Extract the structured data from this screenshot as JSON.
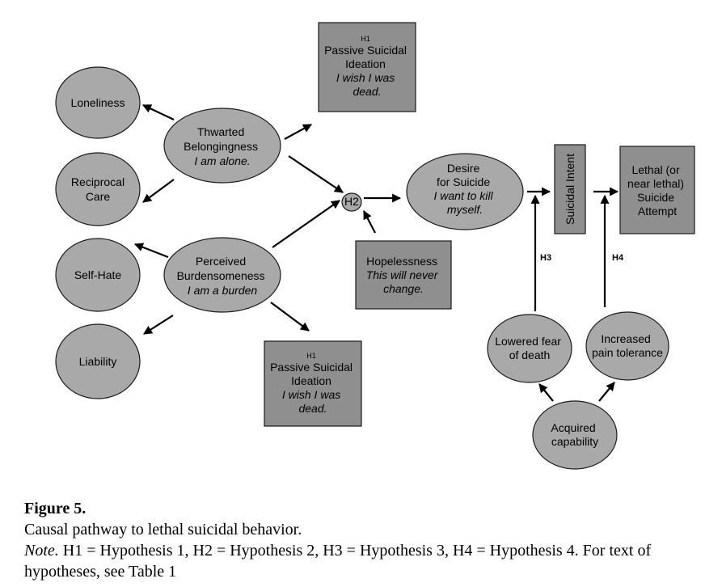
{
  "nodes": {
    "loneliness": [
      "Loneliness"
    ],
    "reciprocal_care": [
      "Reciprocal",
      "Care"
    ],
    "self_hate": [
      "Self-Hate"
    ],
    "liability": [
      "Liability"
    ],
    "thwarted": {
      "lines": [
        "Thwarted",
        "Belongingness"
      ],
      "quote": "I am alone."
    },
    "perceived": {
      "lines": [
        "Perceived",
        "Burdensomeness"
      ],
      "quote": "I am a burden"
    },
    "passive_top": {
      "tag": "H1",
      "lines": [
        "Passive Suicidal",
        "Ideation"
      ],
      "quote": [
        "I wish I was",
        "dead."
      ]
    },
    "passive_bottom": {
      "tag": "H1",
      "lines": [
        "Passive Suicidal",
        "Ideation"
      ],
      "quote": [
        "I wish I was",
        "dead."
      ]
    },
    "h2": "H2",
    "hopelessness": {
      "lines": [
        "Hopelessness"
      ],
      "quote": [
        "This will never",
        "change."
      ]
    },
    "desire": {
      "lines": [
        "Desire",
        "for Suicide"
      ],
      "quote": [
        "I want to kill",
        "myself."
      ]
    },
    "suicidal_intent": "Suicidal Intent",
    "lethal": [
      "Lethal (or",
      "near lethal)",
      "Suicide",
      "Attempt"
    ],
    "h3": "H3",
    "h4": "H4",
    "lowered_fear": [
      "Lowered fear",
      "of death"
    ],
    "pain_tolerance": [
      "Increased",
      "pain tolerance"
    ],
    "acquired": [
      "Acquired",
      "capability"
    ]
  },
  "caption": {
    "label": "Figure 5.",
    "title": "Causal pathway to lethal suicidal behavior.",
    "note_word": "Note.",
    "note_text": " H1 = Hypothesis 1, H2 = Hypothesis 2, H3 = Hypothesis 3, H4 = Hypothesis 4. For text of hypotheses, see Table 1"
  }
}
